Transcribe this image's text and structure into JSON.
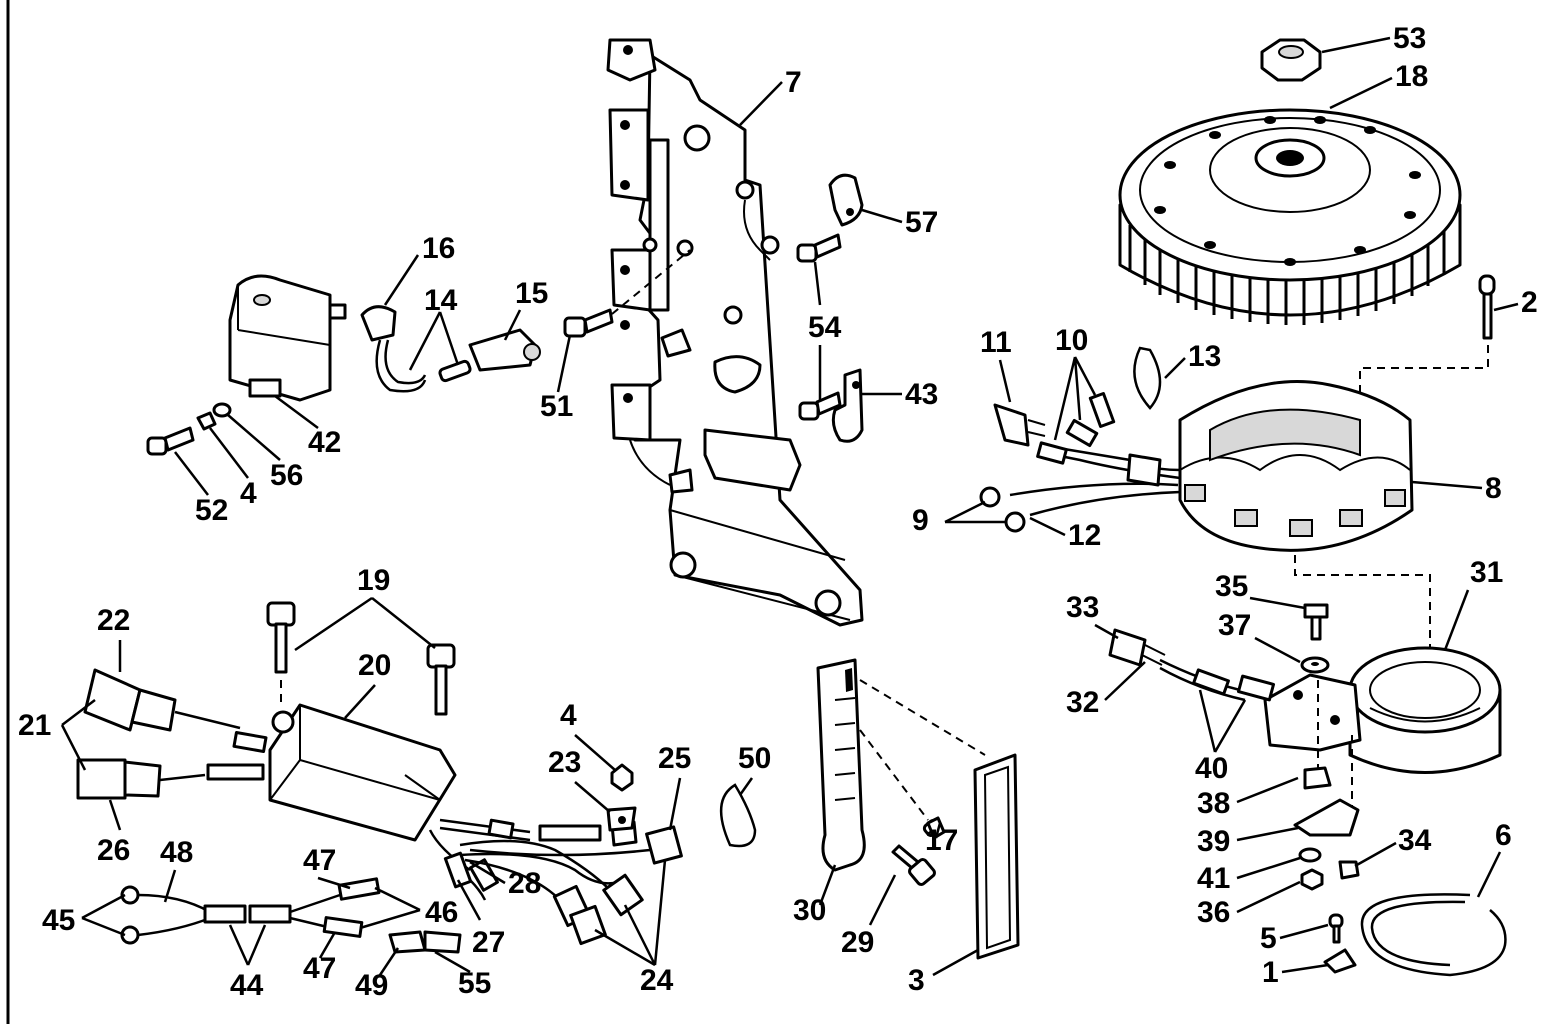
{
  "diagram": {
    "callouts": [
      {
        "id": "53",
        "text": "53"
      },
      {
        "id": "18",
        "text": "18"
      },
      {
        "id": "7",
        "text": "7"
      },
      {
        "id": "57",
        "text": "57"
      },
      {
        "id": "16",
        "text": "16"
      },
      {
        "id": "14",
        "text": "14"
      },
      {
        "id": "15",
        "text": "15"
      },
      {
        "id": "54",
        "text": "54"
      },
      {
        "id": "2",
        "text": "2"
      },
      {
        "id": "11",
        "text": "11"
      },
      {
        "id": "10",
        "text": "10"
      },
      {
        "id": "13",
        "text": "13"
      },
      {
        "id": "51",
        "text": "51"
      },
      {
        "id": "43",
        "text": "43"
      },
      {
        "id": "42",
        "text": "42"
      },
      {
        "id": "56",
        "text": "56"
      },
      {
        "id": "4a",
        "text": "4"
      },
      {
        "id": "52",
        "text": "52"
      },
      {
        "id": "8",
        "text": "8"
      },
      {
        "id": "9",
        "text": "9"
      },
      {
        "id": "12",
        "text": "12"
      },
      {
        "id": "19",
        "text": "19"
      },
      {
        "id": "31",
        "text": "31"
      },
      {
        "id": "35",
        "text": "35"
      },
      {
        "id": "22",
        "text": "22"
      },
      {
        "id": "33",
        "text": "33"
      },
      {
        "id": "37",
        "text": "37"
      },
      {
        "id": "20",
        "text": "20"
      },
      {
        "id": "21",
        "text": "21"
      },
      {
        "id": "32",
        "text": "32"
      },
      {
        "id": "4b",
        "text": "4"
      },
      {
        "id": "25",
        "text": "25"
      },
      {
        "id": "50",
        "text": "50"
      },
      {
        "id": "23",
        "text": "23"
      },
      {
        "id": "40",
        "text": "40"
      },
      {
        "id": "38",
        "text": "38"
      },
      {
        "id": "17",
        "text": "17"
      },
      {
        "id": "39",
        "text": "39"
      },
      {
        "id": "34",
        "text": "34"
      },
      {
        "id": "6",
        "text": "6"
      },
      {
        "id": "26",
        "text": "26"
      },
      {
        "id": "48",
        "text": "48"
      },
      {
        "id": "47a",
        "text": "47"
      },
      {
        "id": "28",
        "text": "28"
      },
      {
        "id": "41",
        "text": "41"
      },
      {
        "id": "45",
        "text": "45"
      },
      {
        "id": "46",
        "text": "46"
      },
      {
        "id": "30",
        "text": "30"
      },
      {
        "id": "36",
        "text": "36"
      },
      {
        "id": "27",
        "text": "27"
      },
      {
        "id": "29",
        "text": "29"
      },
      {
        "id": "5",
        "text": "5"
      },
      {
        "id": "47b",
        "text": "47"
      },
      {
        "id": "24",
        "text": "24"
      },
      {
        "id": "44",
        "text": "44"
      },
      {
        "id": "49",
        "text": "49"
      },
      {
        "id": "55",
        "text": "55"
      },
      {
        "id": "3",
        "text": "3"
      },
      {
        "id": "1",
        "text": "1"
      }
    ]
  }
}
